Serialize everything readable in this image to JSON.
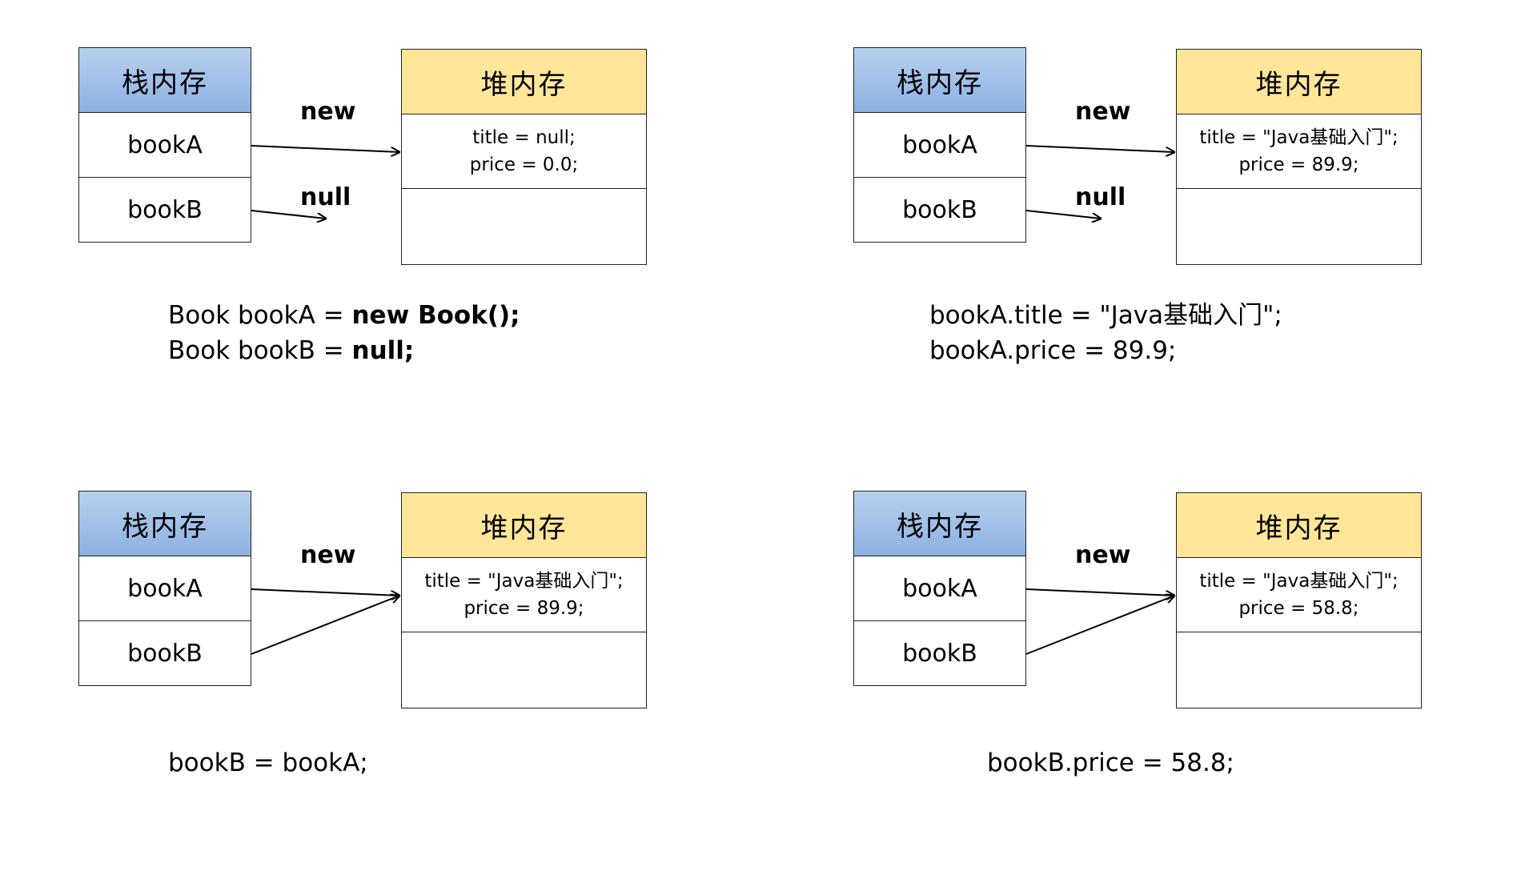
{
  "headers": {
    "stack": "栈内存",
    "heap": "堆内存"
  },
  "vars": {
    "a": "bookA",
    "b": "bookB"
  },
  "arrow_labels": {
    "new": "new",
    "null": "null"
  },
  "panels": [
    {
      "heap": {
        "line1": "title = null;",
        "line2": "price = 0.0;"
      },
      "code": [
        {
          "plain": "Book bookA = ",
          "bold": "new Book();"
        },
        {
          "plain": "Book bookB = ",
          "bold": "null;"
        }
      ]
    },
    {
      "heap": {
        "line1": "title = \"Java基础入门\";",
        "line2": "price = 89.9;"
      },
      "code": [
        {
          "plain": "bookA.title = \"Java基础入门\";",
          "bold": ""
        },
        {
          "plain": "bookA.price = 89.9;",
          "bold": ""
        }
      ]
    },
    {
      "heap": {
        "line1": "title = \"Java基础入门\";",
        "line2": "price = 89.9;"
      },
      "code": [
        {
          "plain": "bookB = bookA;",
          "bold": ""
        }
      ]
    },
    {
      "heap": {
        "line1": "title = \"Java基础入门\";",
        "line2": "price = 58.8;"
      },
      "code": [
        {
          "plain": "bookB.price = 58.8;",
          "bold": ""
        }
      ]
    }
  ]
}
